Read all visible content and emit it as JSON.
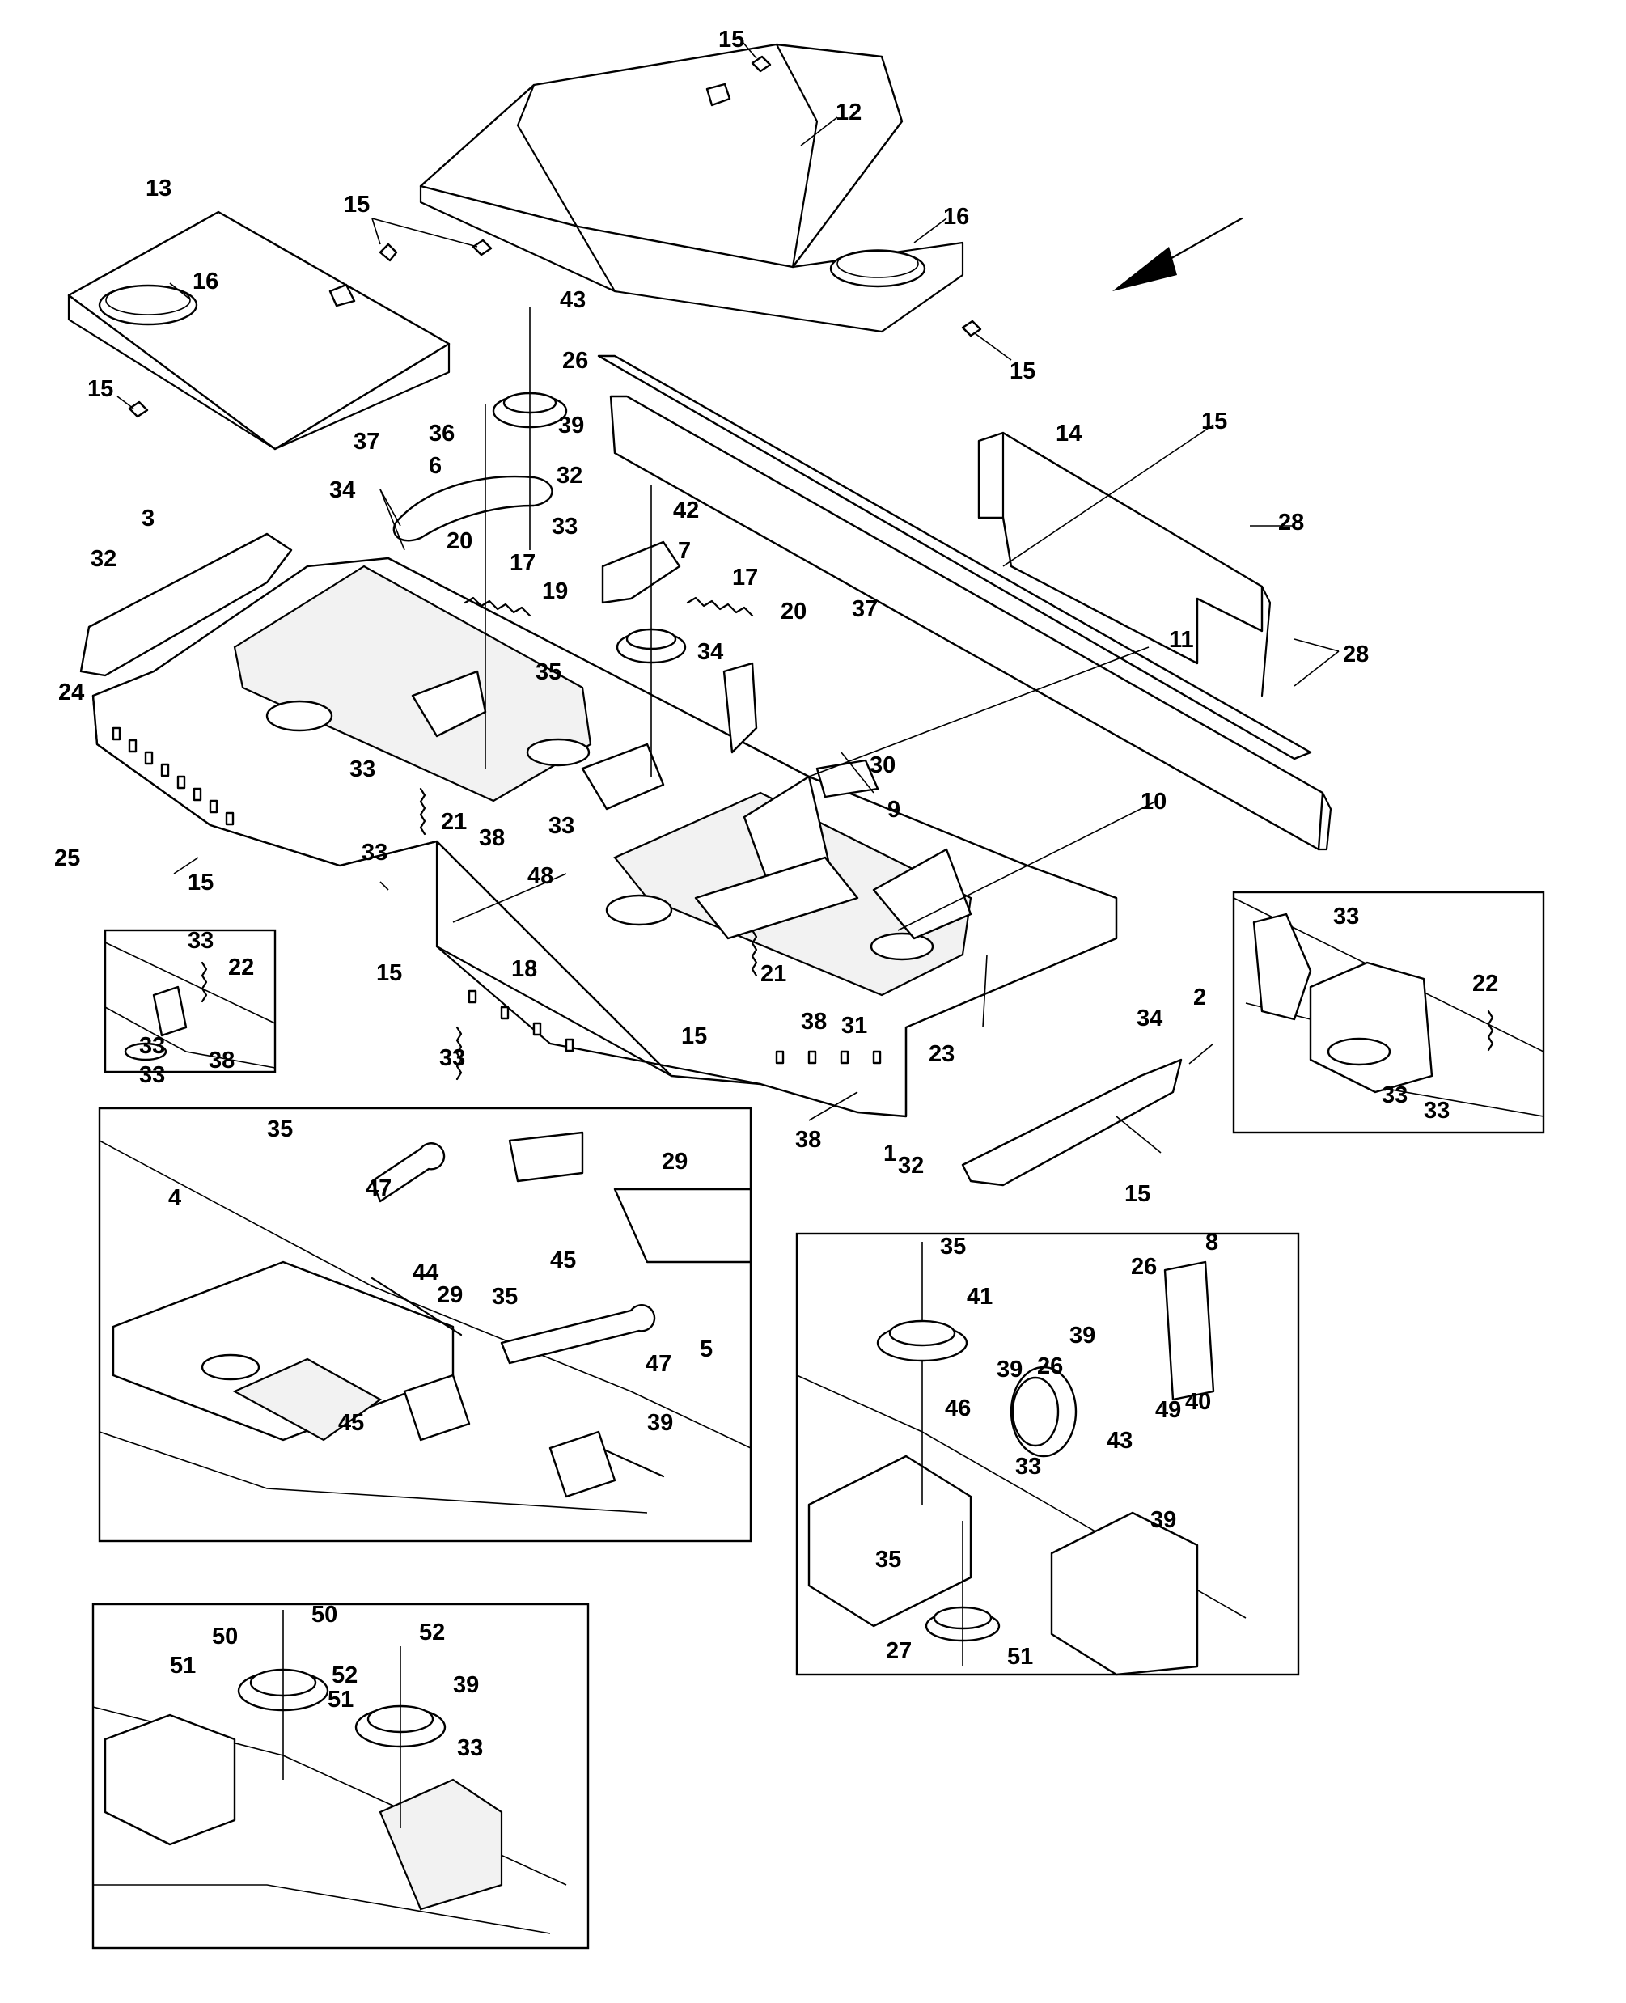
{
  "callouts": [
    {
      "id": "c15a",
      "text": "15"
    },
    {
      "id": "c12",
      "text": "12"
    },
    {
      "id": "c13",
      "text": "13"
    },
    {
      "id": "c15b",
      "text": "15"
    },
    {
      "id": "c16a",
      "text": "16"
    },
    {
      "id": "c16b",
      "text": "16"
    },
    {
      "id": "c43a",
      "text": "43"
    },
    {
      "id": "c15c",
      "text": "15"
    },
    {
      "id": "c26a",
      "text": "26"
    },
    {
      "id": "c15d",
      "text": "15"
    },
    {
      "id": "c36",
      "text": "36"
    },
    {
      "id": "c39a",
      "text": "39"
    },
    {
      "id": "c37a",
      "text": "37"
    },
    {
      "id": "c6",
      "text": "6"
    },
    {
      "id": "c32a",
      "text": "32"
    },
    {
      "id": "c14",
      "text": "14"
    },
    {
      "id": "c15e",
      "text": "15"
    },
    {
      "id": "c34a",
      "text": "34"
    },
    {
      "id": "c42",
      "text": "42"
    },
    {
      "id": "c3",
      "text": "3"
    },
    {
      "id": "c33a",
      "text": "33"
    },
    {
      "id": "c28a",
      "text": "28"
    },
    {
      "id": "c20a",
      "text": "20"
    },
    {
      "id": "c7",
      "text": "7"
    },
    {
      "id": "c32b",
      "text": "32"
    },
    {
      "id": "c17a",
      "text": "17"
    },
    {
      "id": "c17b",
      "text": "17"
    },
    {
      "id": "c19",
      "text": "19"
    },
    {
      "id": "c20b",
      "text": "20"
    },
    {
      "id": "c37b",
      "text": "37"
    },
    {
      "id": "c11",
      "text": "11"
    },
    {
      "id": "c28b",
      "text": "28"
    },
    {
      "id": "c34b",
      "text": "34"
    },
    {
      "id": "c35a",
      "text": "35"
    },
    {
      "id": "c24",
      "text": "24"
    },
    {
      "id": "c30",
      "text": "30"
    },
    {
      "id": "c33b",
      "text": "33"
    },
    {
      "id": "c9",
      "text": "9"
    },
    {
      "id": "c21a",
      "text": "21"
    },
    {
      "id": "c10",
      "text": "10"
    },
    {
      "id": "c33c",
      "text": "33"
    },
    {
      "id": "c33d",
      "text": "33"
    },
    {
      "id": "c38a",
      "text": "38"
    },
    {
      "id": "c25",
      "text": "25"
    },
    {
      "id": "c48",
      "text": "48"
    },
    {
      "id": "c15f",
      "text": "15"
    },
    {
      "id": "c33e",
      "text": "33"
    },
    {
      "id": "c33f",
      "text": "33"
    },
    {
      "id": "c22a",
      "text": "22"
    },
    {
      "id": "c15g",
      "text": "15"
    },
    {
      "id": "c18",
      "text": "18"
    },
    {
      "id": "c21b",
      "text": "21"
    },
    {
      "id": "c22b",
      "text": "22"
    },
    {
      "id": "c33g",
      "text": "33"
    },
    {
      "id": "c2",
      "text": "2"
    },
    {
      "id": "c34c",
      "text": "34"
    },
    {
      "id": "c38b",
      "text": "38"
    },
    {
      "id": "c31",
      "text": "31"
    },
    {
      "id": "c38c",
      "text": "38"
    },
    {
      "id": "c33h",
      "text": "33"
    },
    {
      "id": "c33i",
      "text": "33"
    },
    {
      "id": "c15h",
      "text": "15"
    },
    {
      "id": "c23",
      "text": "23"
    },
    {
      "id": "c33j",
      "text": "33"
    },
    {
      "id": "c1",
      "text": "1"
    },
    {
      "id": "c38d",
      "text": "38"
    },
    {
      "id": "c33k",
      "text": "33"
    },
    {
      "id": "c32c",
      "text": "32"
    },
    {
      "id": "c15i",
      "text": "15"
    },
    {
      "id": "c35b",
      "text": "35"
    },
    {
      "id": "c29a",
      "text": "29"
    },
    {
      "id": "c47a",
      "text": "47"
    },
    {
      "id": "c4",
      "text": "4"
    },
    {
      "id": "c44",
      "text": "44"
    },
    {
      "id": "c45a",
      "text": "45"
    },
    {
      "id": "c29b",
      "text": "29"
    },
    {
      "id": "c35c",
      "text": "35"
    },
    {
      "id": "c5",
      "text": "5"
    },
    {
      "id": "c47b",
      "text": "47"
    },
    {
      "id": "c45b",
      "text": "45"
    },
    {
      "id": "c39b",
      "text": "39"
    },
    {
      "id": "c35d",
      "text": "35"
    },
    {
      "id": "c8",
      "text": "8"
    },
    {
      "id": "c26b",
      "text": "26"
    },
    {
      "id": "c41",
      "text": "41"
    },
    {
      "id": "c39c",
      "text": "39"
    },
    {
      "id": "c26c",
      "text": "26"
    },
    {
      "id": "c39d",
      "text": "39"
    },
    {
      "id": "c46",
      "text": "46"
    },
    {
      "id": "c40",
      "text": "40"
    },
    {
      "id": "c49",
      "text": "49"
    },
    {
      "id": "c43b",
      "text": "43"
    },
    {
      "id": "c33l",
      "text": "33"
    },
    {
      "id": "c39e",
      "text": "39"
    },
    {
      "id": "c35e",
      "text": "35"
    },
    {
      "id": "c27",
      "text": "27"
    },
    {
      "id": "c51a",
      "text": "51"
    },
    {
      "id": "c50a",
      "text": "50"
    },
    {
      "id": "c50b",
      "text": "50"
    },
    {
      "id": "c52a",
      "text": "52"
    },
    {
      "id": "c51b",
      "text": "51"
    },
    {
      "id": "c52b",
      "text": "52"
    },
    {
      "id": "c39f",
      "text": "39"
    },
    {
      "id": "c51c",
      "text": "51"
    },
    {
      "id": "c33m",
      "text": "33"
    }
  ]
}
